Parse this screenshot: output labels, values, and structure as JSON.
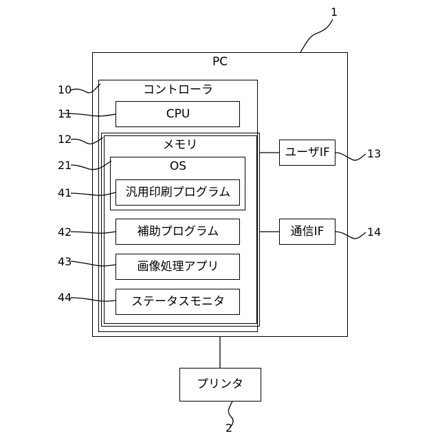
{
  "diagram": {
    "pc": {
      "label": "PC",
      "ref": "1"
    },
    "controller": {
      "label": "コントローラ",
      "ref": "10"
    },
    "cpu": {
      "label": "CPU",
      "ref": "11"
    },
    "memory": {
      "label": "メモリ",
      "ref": "12"
    },
    "os": {
      "label": "OS",
      "ref": "21"
    },
    "general_print_program": {
      "label": "汎用印刷プログラム",
      "ref": "41"
    },
    "auxiliary_program": {
      "label": "補助プログラム",
      "ref": "42"
    },
    "image_processing_app": {
      "label": "画像処理アプリ",
      "ref": "43"
    },
    "status_monitor": {
      "label": "ステータスモニタ",
      "ref": "44"
    },
    "user_if": {
      "label": "ユーザIF",
      "ref": "13"
    },
    "comm_if": {
      "label": "通信IF",
      "ref": "14"
    },
    "printer": {
      "label": "プリンタ",
      "ref": "2"
    }
  }
}
